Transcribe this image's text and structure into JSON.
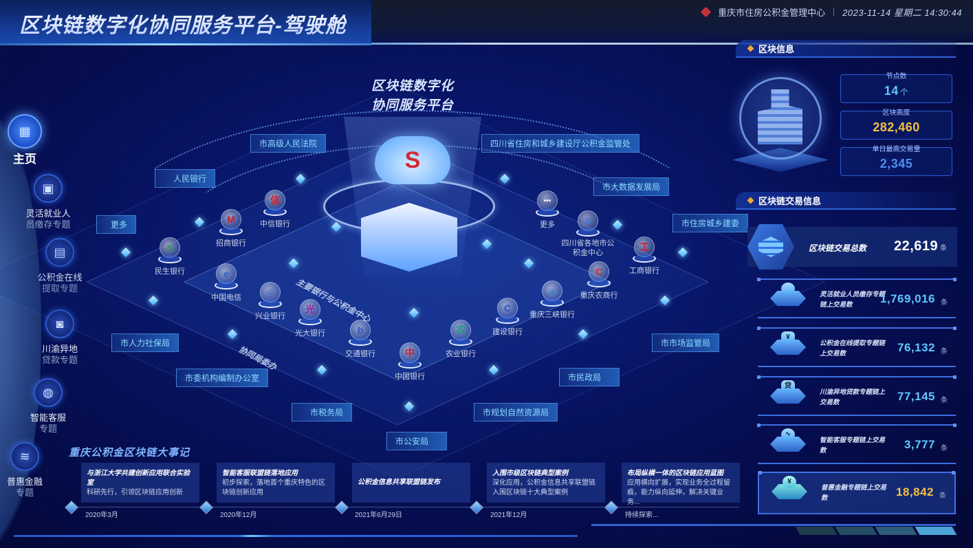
{
  "header": {
    "title": "区块链数字化协同服务平台-驾驶舱",
    "organization": "重庆市住房公积金管理中心",
    "datetime": "2023-11-14 星期二 14:30:44"
  },
  "nav": {
    "items": [
      {
        "icon": "home-building-icon",
        "line1": "主页",
        "line2": "",
        "active": true
      },
      {
        "icon": "ballot-box-icon",
        "line1": "灵活就业人",
        "line2": "员缴存专题"
      },
      {
        "icon": "money-stack-icon",
        "line1": "公积金在线",
        "line2": "提取专题"
      },
      {
        "icon": "wallet-icon",
        "line1": "川渝异地",
        "line2": "贷款专题"
      },
      {
        "icon": "chat-bubble-icon",
        "line1": "智能客服",
        "line2": "专题"
      },
      {
        "icon": "coin-stack-icon",
        "line1": "普惠金融",
        "line2": "专题"
      }
    ]
  },
  "center": {
    "title_line1": "区块链数字化",
    "title_line2": "协同服务平台",
    "slant_labels": [
      "主要银行与公积金中心",
      "协同局委办"
    ],
    "organizations": [
      "市高级人民法院",
      "人民银行",
      "更多",
      "四川省住房和城乡建设厅公积金监管处",
      "市大数据发展局",
      "市住房城乡建委",
      "市人力社保局",
      "市委机构编制办公室",
      "市税务局",
      "市公安局",
      "市规划自然资源局",
      "市民政局",
      "市市场监管局"
    ],
    "banks": [
      {
        "name": "中信银行",
        "glyph": "信",
        "color": "#c8202c"
      },
      {
        "name": "招商银行",
        "glyph": "M",
        "color": "#c8202c"
      },
      {
        "name": "民生银行",
        "glyph": "S",
        "color": "#2e9c4e"
      },
      {
        "name": "中国电信",
        "glyph": "e",
        "color": "#2a66c8"
      },
      {
        "name": "兴业银行",
        "glyph": "◎",
        "color": "#2a66c8"
      },
      {
        "name": "光大银行",
        "glyph": "光",
        "color": "#8a2a9a"
      },
      {
        "name": "交通银行",
        "glyph": "b",
        "color": "#2a55c0"
      },
      {
        "name": "中国银行",
        "glyph": "中",
        "color": "#c8202c"
      },
      {
        "name": "农业银行",
        "glyph": "农",
        "color": "#1e9a7a"
      },
      {
        "name": "建设银行",
        "glyph": "C",
        "color": "#2a55c0"
      },
      {
        "name": "重庆三峡银行",
        "glyph": "▲",
        "color": "#3a88c8"
      },
      {
        "name": "重庆农商行",
        "glyph": "C",
        "color": "#d42a2a"
      },
      {
        "name": "工商银行",
        "glyph": "工",
        "color": "#c8202c"
      },
      {
        "name": "四川省各地市公积金中心",
        "glyph": "¥",
        "color": "#3a7ae0"
      },
      {
        "name": "更多",
        "glyph": "•••",
        "color": "#dfe7f7"
      }
    ]
  },
  "timeline": {
    "title": "重庆公积金区块链大事记",
    "events": [
      {
        "title": "与浙江大学共建创新应用联合实验室",
        "desc": "科研先行，引领区块链应用创新",
        "date": "2020年3月"
      },
      {
        "title": "智能客服联盟链落地应用",
        "desc": "初步探索，落地首个重庆特色的区块链创新应用",
        "date": "2020年12月"
      },
      {
        "title": "公积金信息共享联盟链发布",
        "desc": "",
        "date": "2021年6月29日"
      },
      {
        "title": "入围市级区块链典型案例",
        "desc": "深化应用，公积金信息共享联盟链入围区块链十大典型案例",
        "date": "2021年12月"
      },
      {
        "title": "布局纵横一体的区块链应用蓝图",
        "desc": "应用横向扩展，实现业务全过程留痕，能力纵向延伸，解决关键业务...",
        "date": "持续探索..."
      }
    ]
  },
  "block_info": {
    "header": "区块信息",
    "stats": [
      {
        "label": "节点数",
        "value": "14",
        "unit": "个",
        "color": "#5fc7ff"
      },
      {
        "label": "区块高度",
        "value": "282,460",
        "unit": "",
        "color": "#f3c043"
      },
      {
        "label": "单日最高交易量",
        "value": "2,345",
        "unit": "",
        "color": "#4f8ff0"
      }
    ]
  },
  "tx_info": {
    "header": "区块链交易信息",
    "total_label": "区块链交易总数",
    "total_value": "22,619",
    "total_unit": "条",
    "rows": [
      {
        "icon": "person-icon",
        "glyph": "●",
        "label": "灵活就业人员缴存专题链上交易数",
        "value": "1,769,016",
        "unit": "条",
        "color": "#5fc7ff"
      },
      {
        "icon": "house-yuan-icon",
        "glyph": "¥",
        "label": "公积金在线提取专题链上交易数",
        "value": "76,132",
        "unit": "条",
        "color": "#5fc7ff"
      },
      {
        "icon": "loan-document-icon",
        "glyph": "贷",
        "label": "川渝异地贷款专题链上交易数",
        "value": "77,145",
        "unit": "条",
        "color": "#5fc7ff"
      },
      {
        "icon": "robot-icon",
        "glyph": "∿",
        "label": "智能客服专题链上交易数",
        "value": "3,777",
        "unit": "条",
        "color": "#5fc7ff"
      },
      {
        "icon": "money-bag-icon",
        "glyph": "¥",
        "label": "普惠金融专题链上交易数",
        "value": "18,842",
        "unit": "条",
        "color": "#f3c043",
        "highlight": true
      }
    ]
  },
  "colors": {
    "accent": "#2d63d6",
    "highlight_value": "#f3c043",
    "cyan_value": "#5fc7ff",
    "bullet": "#f4a83a",
    "brand_red": "#c8303a"
  }
}
